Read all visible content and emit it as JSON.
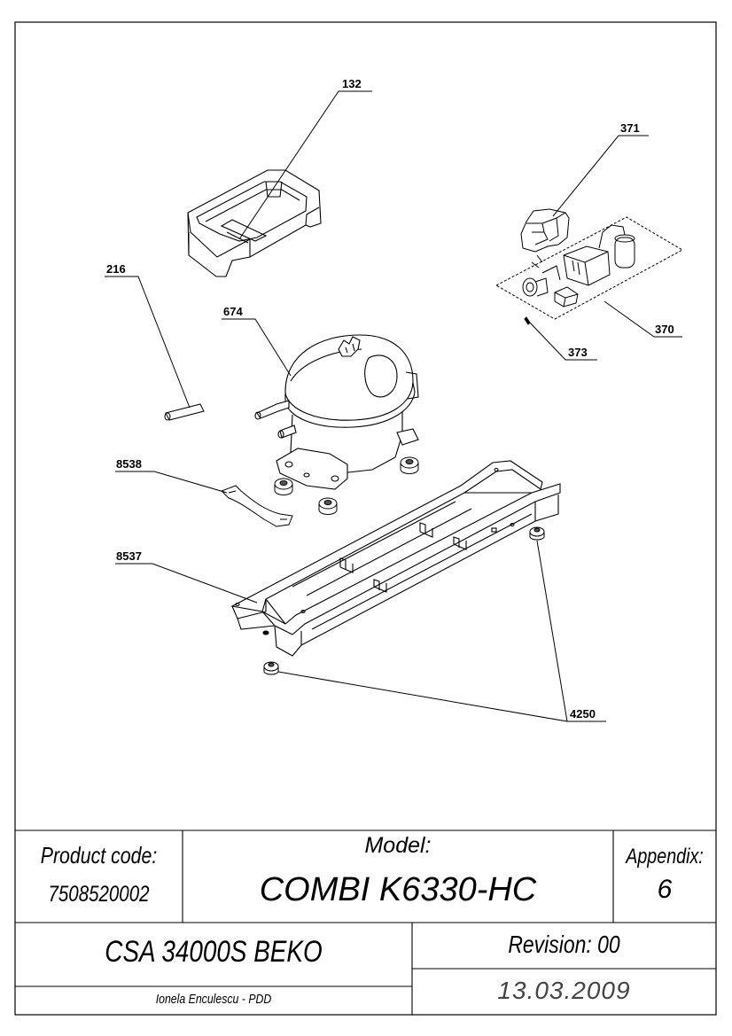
{
  "callouts": {
    "c132": "132",
    "c371": "371",
    "c216": "216",
    "c674": "674",
    "c370": "370",
    "c373": "373",
    "c8538": "8538",
    "c8537": "8537",
    "c4250": "4250"
  },
  "title_block": {
    "product_code_label": "Product code:",
    "product_code": "7508520002",
    "model_label": "Model:",
    "model": "COMBI K6330-HC",
    "appendix_label": "Appendix:",
    "appendix": "6",
    "assembly": "CSA 34000S BEKO",
    "revision": "Revision: 00",
    "author": "Ionela Enculescu - PDD",
    "date": "13.03.2009"
  }
}
